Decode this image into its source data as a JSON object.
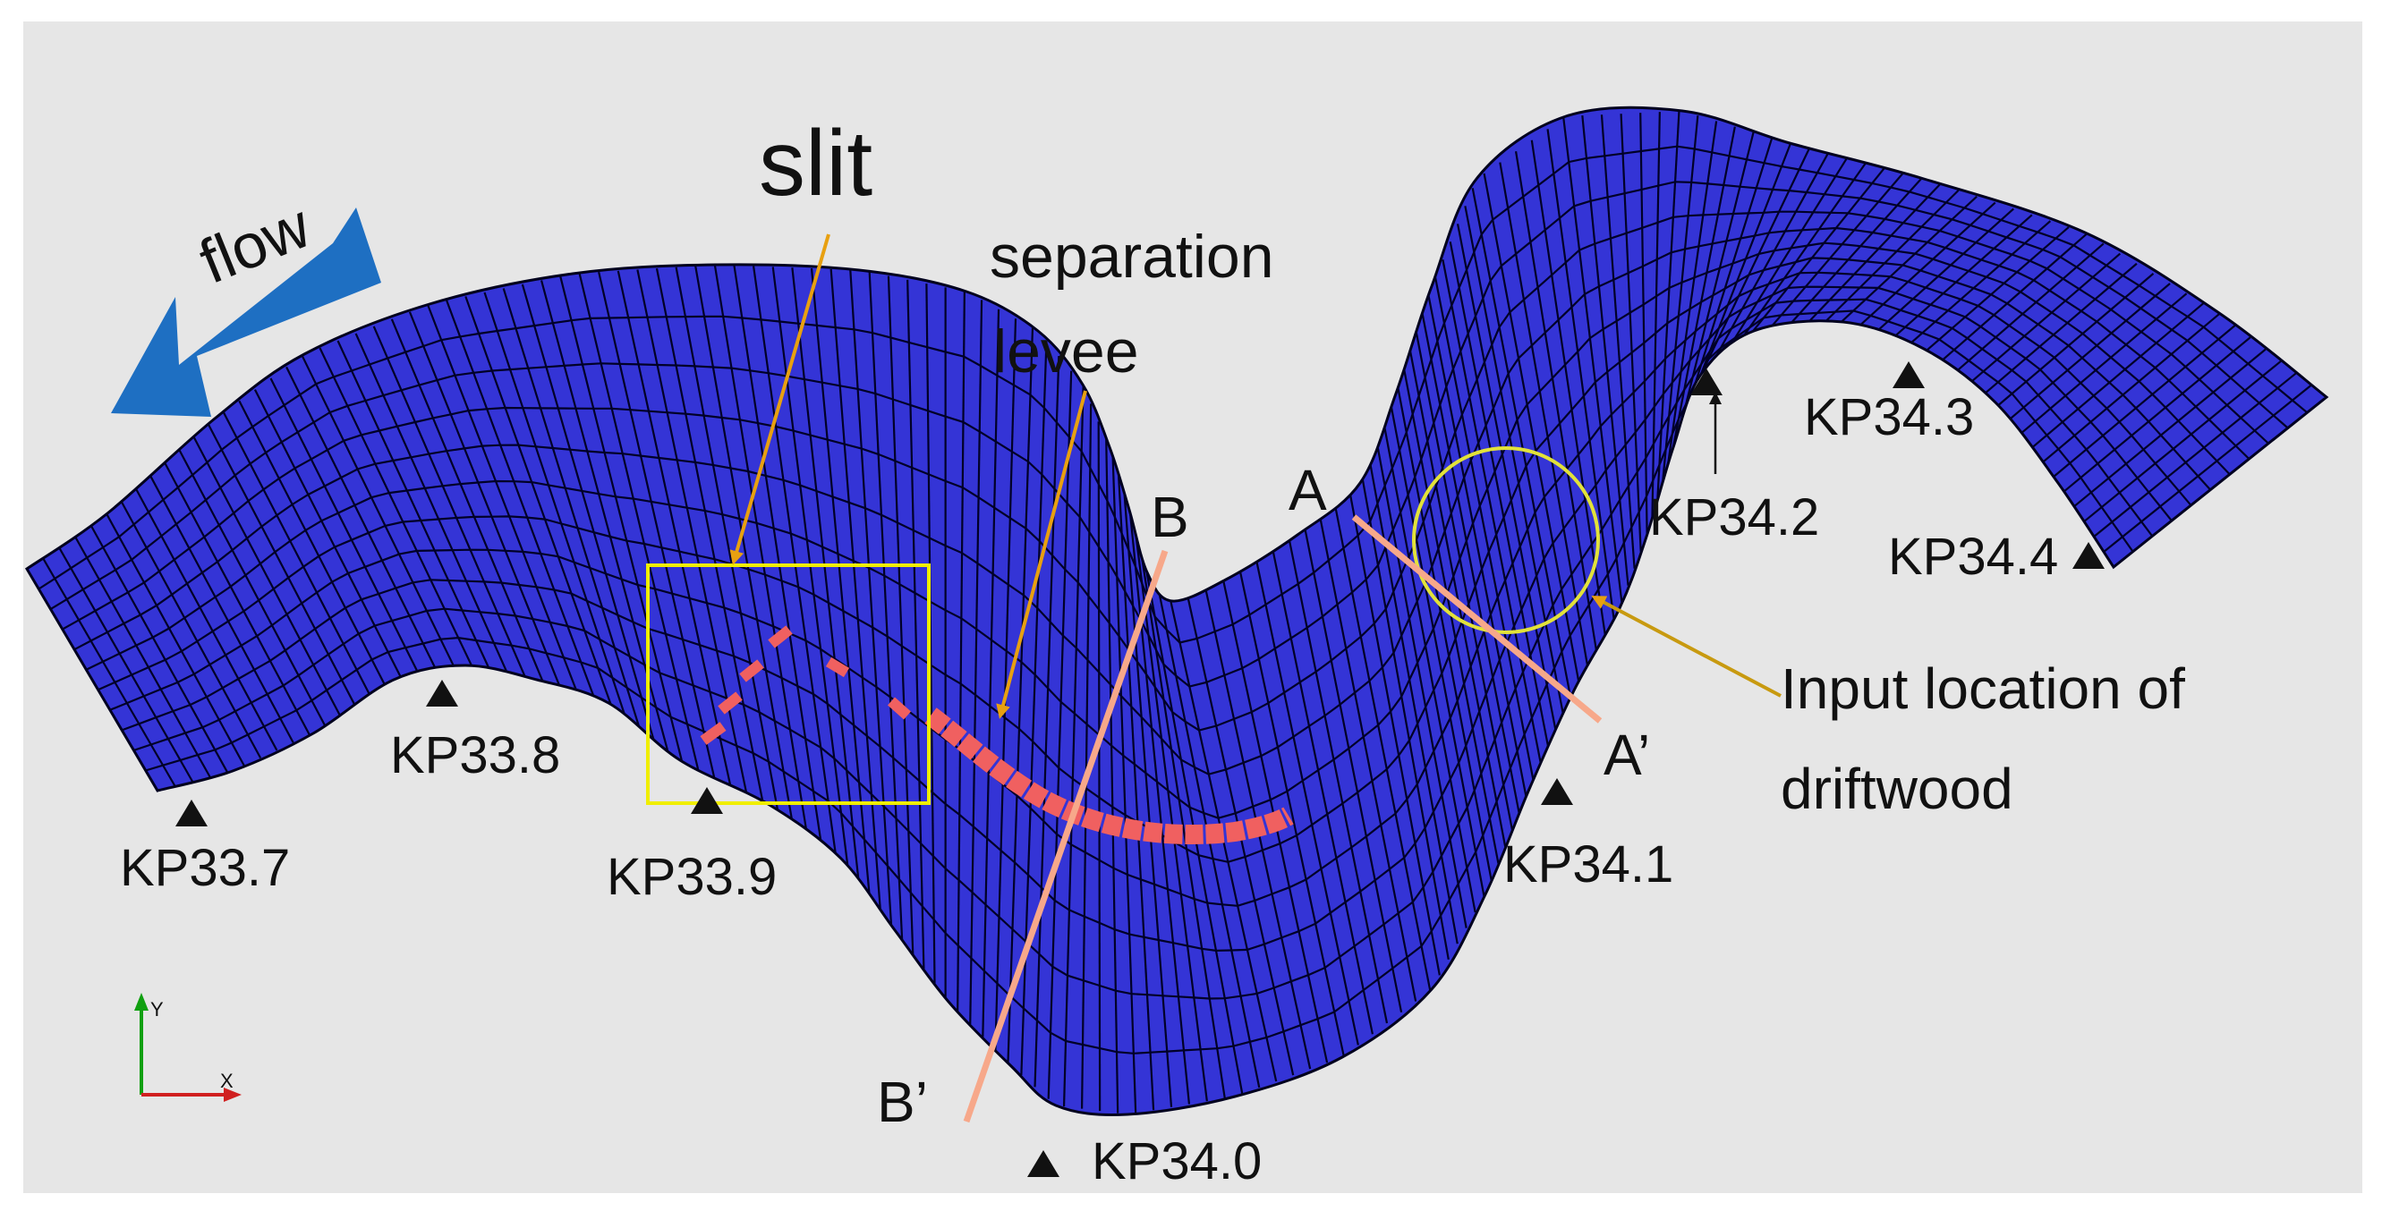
{
  "labels": {
    "flow": "flow",
    "slit": "slit",
    "separation_levee": [
      "separation",
      "levee"
    ],
    "section_a": "A",
    "section_a_prime": "A’",
    "section_b": "B",
    "section_b_prime": "B’",
    "input_location": [
      "Input location of",
      "driftwood"
    ]
  },
  "kilometer_posts": [
    "KP33.7",
    "KP33.8",
    "KP33.9",
    "KP34.0",
    "KP34.1",
    "KP34.2",
    "KP34.3",
    "KP34.4"
  ],
  "axes": {
    "y": "Y",
    "x": "X"
  },
  "colors": {
    "background": "#e6e6e6",
    "mesh_fill": "#3434d6",
    "mesh_lines": "#000033",
    "levee": "#f06060",
    "section_lines": "#f7a88a",
    "slit_box": "#f0ee00",
    "input_circle": "#e2e23a",
    "callout_arrows": "#e8a010",
    "flow_arrow": "#1e6fc2",
    "axis_y": "#10a010",
    "axis_x": "#d02020"
  },
  "icons": [
    "kp-marker-triangle-icon",
    "flow-arrow-icon",
    "axis-triad-icon"
  ]
}
